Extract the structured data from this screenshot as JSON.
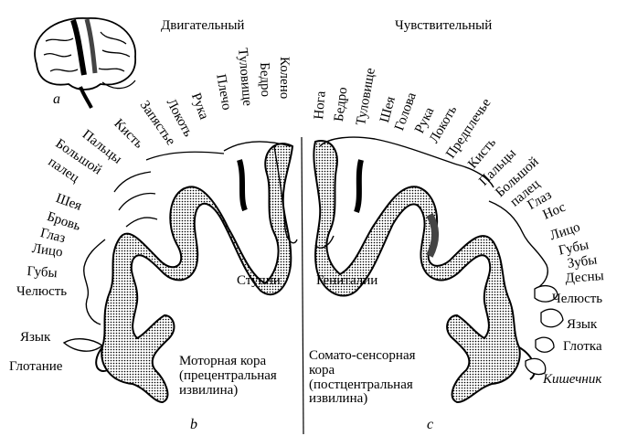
{
  "titles": {
    "motor": "Двигательный",
    "sensory": "Чувствительный"
  },
  "panels": {
    "a": "a",
    "b": "b",
    "c": "c"
  },
  "motor": {
    "fan_labels": [
      "Колено",
      "Бедро",
      "Туловище",
      "Плечо",
      "Рука",
      "Локоть",
      "Запястье",
      "Кисть"
    ],
    "side_labels": [
      "Пальцы",
      "Большой",
      "палец",
      "Шея",
      "Бровь",
      "Глаз",
      "Лицо",
      "Губы",
      "Челюсть"
    ],
    "tongue": "Язык",
    "swallow": "Глотание",
    "feet": "Ступни",
    "caption": [
      "Моторная кора",
      "(прецентральная",
      "извилина)"
    ]
  },
  "sensory": {
    "fan_labels": [
      "Нога",
      "Бедро",
      "Туловище",
      "Шея",
      "Голова",
      "Рука",
      "Локоть",
      "Предплечье",
      "Кисть",
      "Пальцы",
      "Большой",
      "палец"
    ],
    "side_labels": [
      "Глаз",
      "Нос",
      "Лицо",
      "Губы",
      "Зубы",
      "Десны"
    ],
    "jaw": "Челюсть",
    "tongue": "Язык",
    "throat": "Глотка",
    "gut": "Кишечник",
    "genitals": "Гениталии",
    "caption": [
      "Сомато-сенсорная",
      "кора",
      "(постцентральная",
      "извилина)"
    ]
  }
}
